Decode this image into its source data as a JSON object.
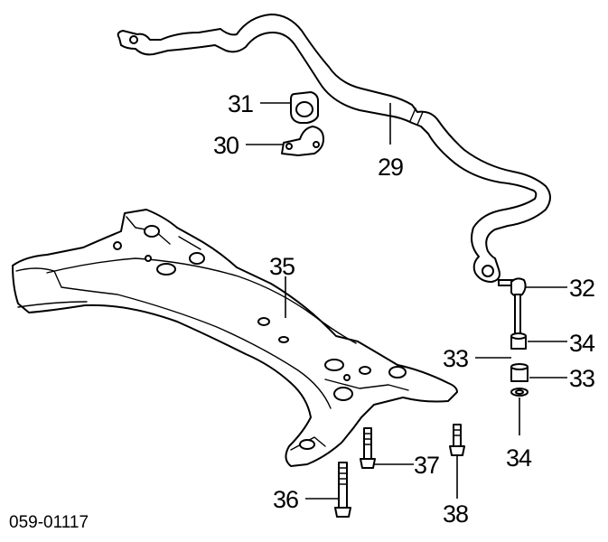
{
  "callouts": {
    "c29": "29",
    "c30": "30",
    "c31": "31",
    "c32": "32",
    "c33a": "33",
    "c33b": "33",
    "c34a": "34",
    "c34b": "34",
    "c35": "35",
    "c36": "36",
    "c37": "37",
    "c38": "38"
  },
  "diagram_code": "059-01117"
}
